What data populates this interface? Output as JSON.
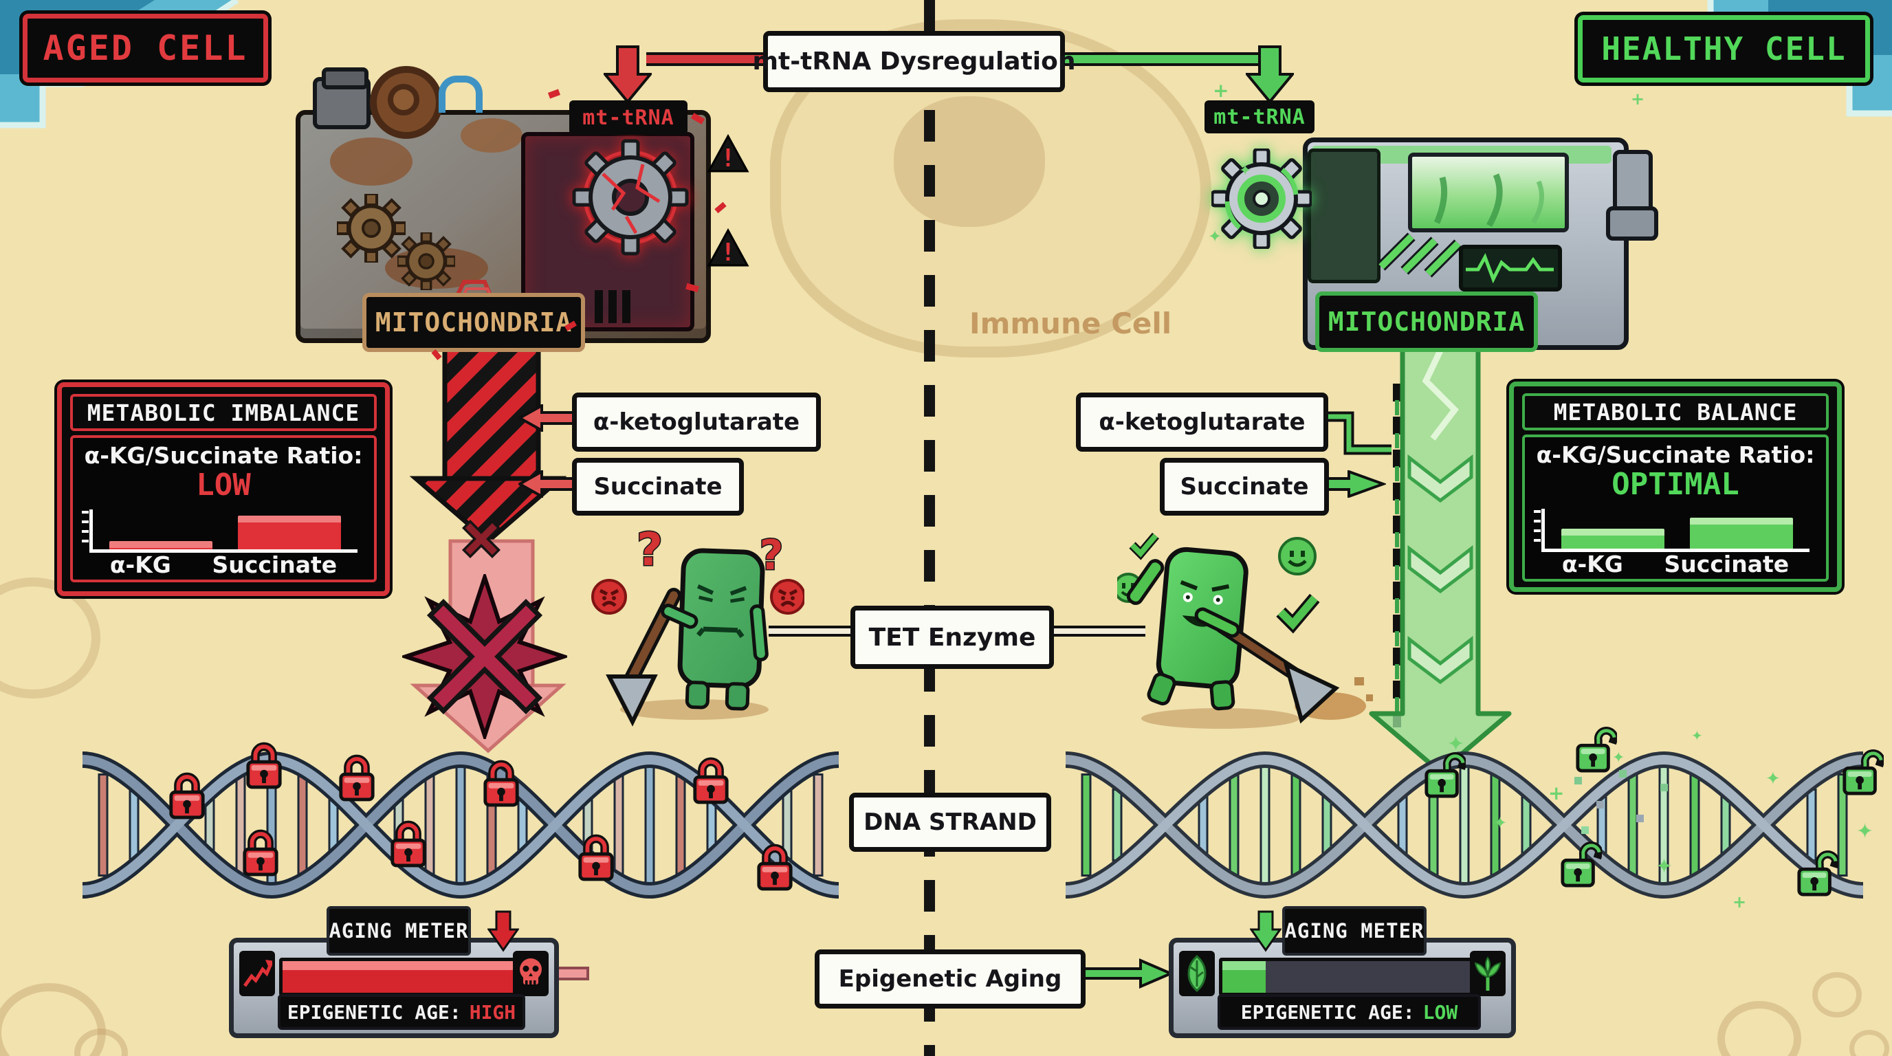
{
  "header": {
    "aged_badge": "AGED CELL",
    "healthy_badge": "HEALTHY CELL",
    "dysregulation_label": "mt-tRNA Dysregulation"
  },
  "background": {
    "immune_cell_label": "Immune Cell"
  },
  "aged": {
    "mt_trna_tag": "mt-tRNA",
    "mitochondria_tag": "MITOCHONDRIA",
    "metabolic_panel": {
      "title": "METABOLIC IMBALANCE",
      "ratio_label": "α-KG/Succinate Ratio:",
      "ratio_value": "LOW",
      "bars": [
        {
          "label": "α-KG",
          "value": 0.2
        },
        {
          "label": "Succinate",
          "value": 0.85
        }
      ]
    },
    "akg_label": "α-ketoglutarate",
    "succinate_label": "Succinate",
    "aging_meter": {
      "title": "AGING METER",
      "fill": 0.97,
      "caption_label": "EPIGENETIC AGE:",
      "caption_value": "HIGH"
    }
  },
  "healthy": {
    "mt_trna_tag": "mt-tRNA",
    "mitochondria_tag": "MITOCHONDRIA",
    "metabolic_panel": {
      "title": "METABOLIC BALANCE",
      "ratio_label": "α-KG/Succinate Ratio:",
      "ratio_value": "OPTIMAL",
      "bars": [
        {
          "label": "α-KG",
          "value": 0.5
        },
        {
          "label": "Succinate",
          "value": 0.78
        }
      ]
    },
    "akg_label": "α-ketoglutarate",
    "succinate_label": "Succinate",
    "aging_meter": {
      "title": "AGING METER",
      "fill": 0.17,
      "caption_label": "EPIGENETIC AGE:",
      "caption_value": "LOW"
    }
  },
  "center": {
    "tet_label": "TET Enzyme",
    "dna_label": "DNA STRAND",
    "aging_label": "Epigenetic Aging"
  },
  "icons": {
    "warning": "!",
    "question": "?",
    "sparkle": "✦",
    "plus_sparkle": "+"
  },
  "colors": {
    "aged_accent": "#d5333a",
    "healthy_accent": "#52d85a",
    "sand": "#f1e2ae",
    "water": "#5cb8d0"
  }
}
